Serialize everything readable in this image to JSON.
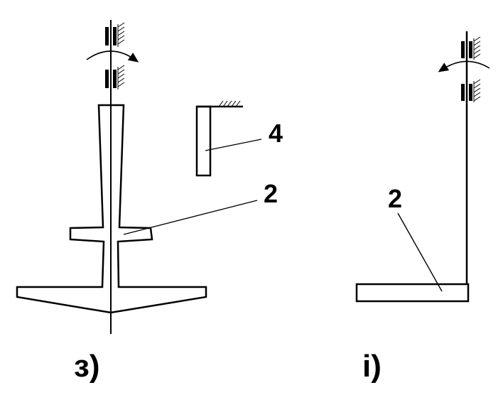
{
  "diagram": {
    "left_figure": {
      "caption": "з)",
      "callouts": {
        "part_4": "4",
        "part_2": "2"
      }
    },
    "right_figure": {
      "caption": "і)",
      "callouts": {
        "part_2": "2"
      }
    },
    "colors": {
      "ink": "#000000",
      "background": "#ffffff"
    },
    "icons": [
      "bearing-icon",
      "rotation-arrow-icon",
      "ground-hatch-icon"
    ]
  }
}
